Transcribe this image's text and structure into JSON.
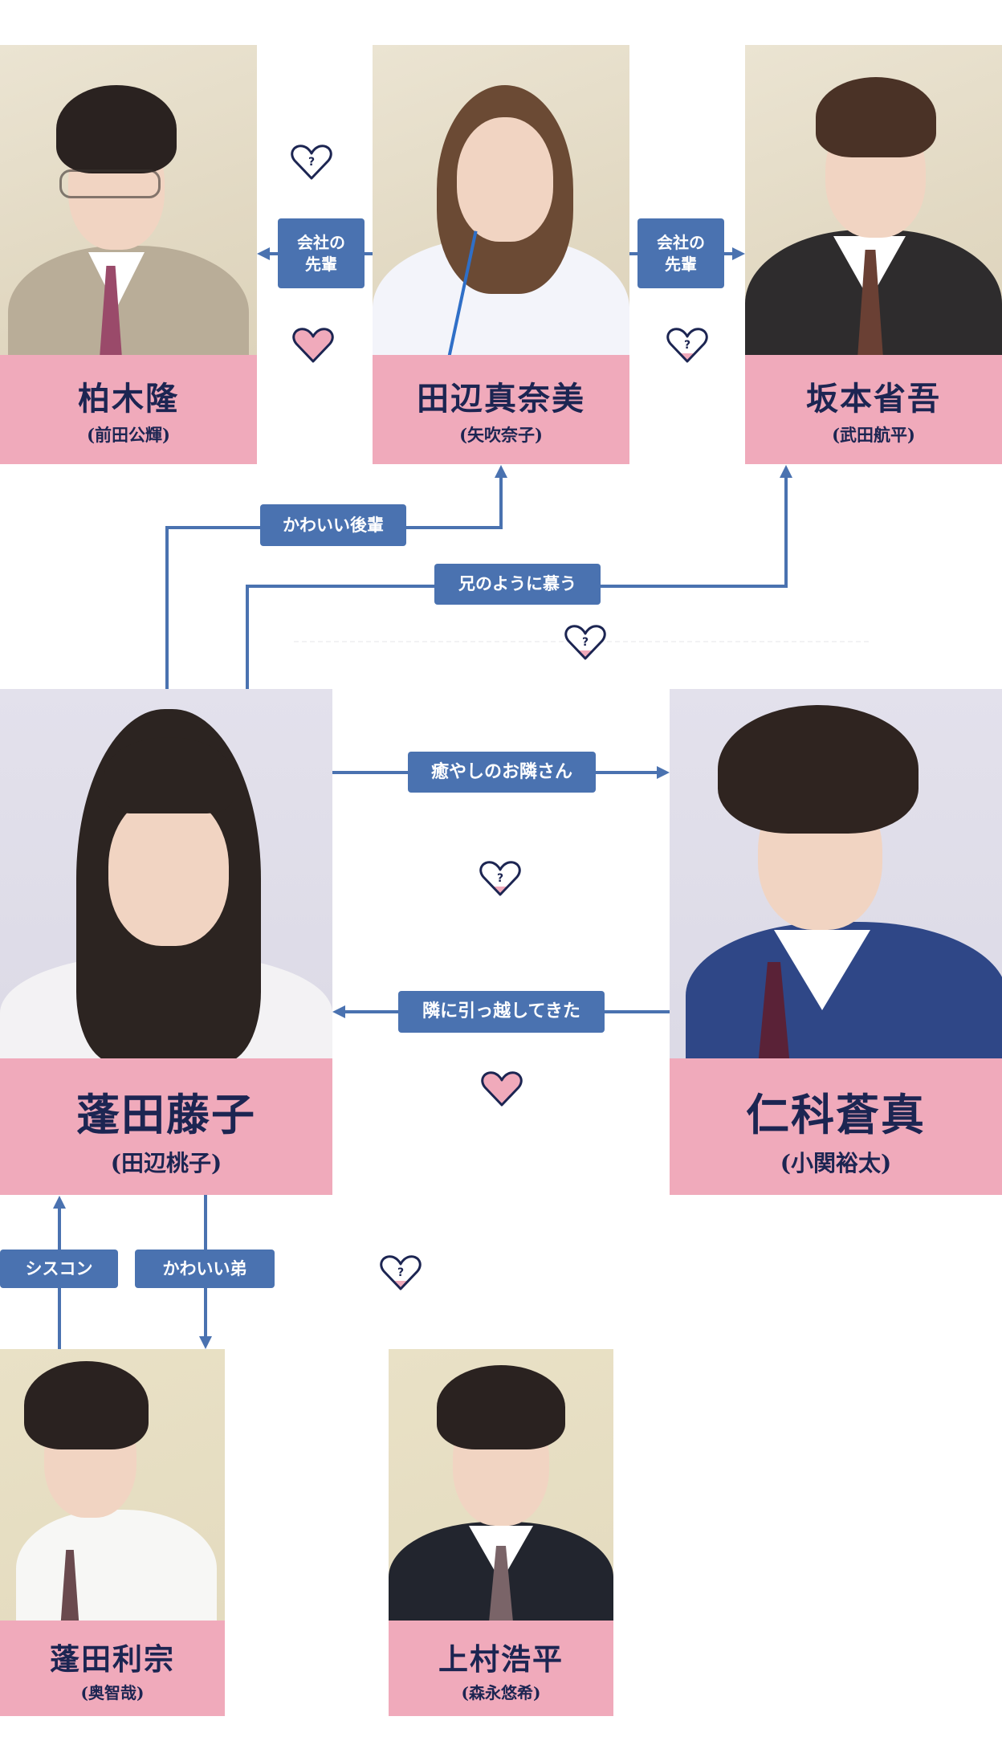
{
  "colors": {
    "name_band": "#f0aabb",
    "name_text": "#1c2552",
    "relation_blue": "#4a72b0",
    "heart_outline": "#1c2552",
    "heart_fill": "#f0aabb"
  },
  "characters": {
    "kashiwagi": {
      "name": "柏木隆",
      "actor": "(前田公輝)"
    },
    "manami": {
      "name": "田辺真奈美",
      "actor": "(矢吹奈子)"
    },
    "sakamoto": {
      "name": "坂本省吾",
      "actor": "(武田航平)"
    },
    "fujiko": {
      "name": "蓬田藤子",
      "actor": "(田辺桃子)"
    },
    "nishina": {
      "name": "仁科蒼真",
      "actor": "(小関裕太)"
    },
    "toshimune": {
      "name": "蓬田利宗",
      "actor": "(奥智哉)"
    },
    "uemura": {
      "name": "上村浩平",
      "actor": "(森永悠希)"
    }
  },
  "relations": {
    "manami_to_kashiwagi": {
      "line1": "会社の",
      "line2": "先輩"
    },
    "manami_to_sakamoto": {
      "line1": "会社の",
      "line2": "先輩"
    },
    "fujiko_to_manami": "かわいい後輩",
    "fujiko_to_sakamoto": "兄のように慕う",
    "fujiko_to_nishina": "癒やしのお隣さん",
    "nishina_to_fujiko": "隣に引っ越してきた",
    "toshimune_to_fujiko": "シスコン",
    "fujiko_to_toshimune": "かわいい弟"
  },
  "hearts": {
    "kashiwagi_manami_top": {
      "type": "question",
      "fill_fraction": 0
    },
    "kashiwagi_manami_bottom": {
      "type": "love",
      "fill_fraction": 1
    },
    "manami_sakamoto": {
      "type": "question",
      "fill_fraction": 0.25
    },
    "fujiko_sakamoto": {
      "type": "question",
      "fill_fraction": 0.25
    },
    "fujiko_nishina_top": {
      "type": "question",
      "fill_fraction": 0.25
    },
    "fujiko_nishina_bottom": {
      "type": "love",
      "fill_fraction": 1
    },
    "fujiko_uemura": {
      "type": "question",
      "fill_fraction": 0.25
    },
    "question_mark": "?"
  }
}
